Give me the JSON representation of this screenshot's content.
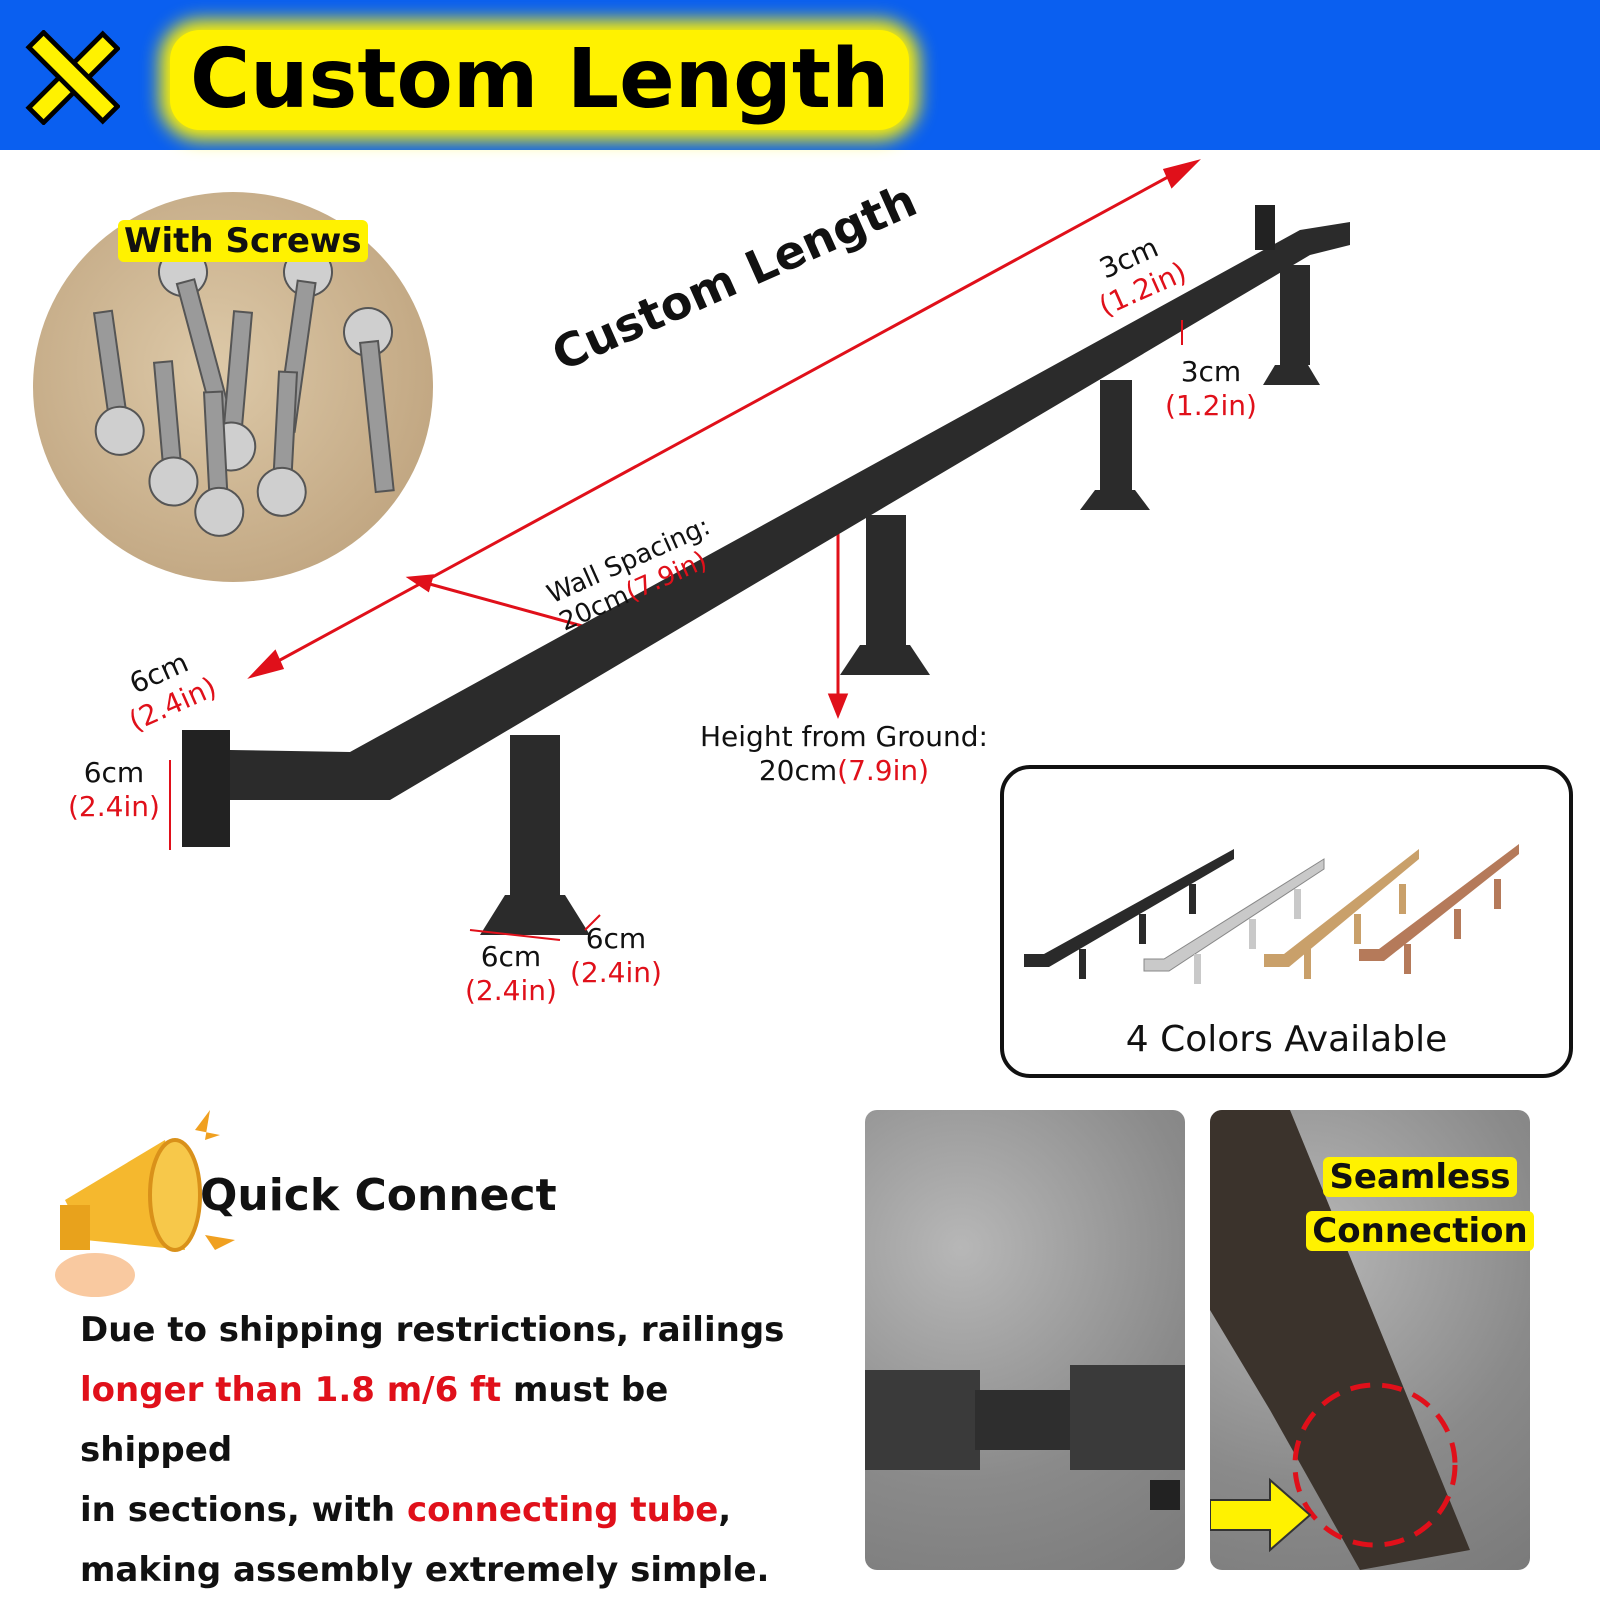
{
  "banner": {
    "title": "Custom Length"
  },
  "screws": {
    "label": "With Screws"
  },
  "diagram": {
    "length_label": "Custom Length",
    "wall_spacing_label": "Wall Spacing:",
    "wall_spacing_cm": "20cm",
    "wall_spacing_in": "(7.9in)",
    "height_label": "Height from Ground:",
    "height_cm": "20cm",
    "height_in": "(7.9in)",
    "end_depth_cm": "3cm",
    "end_depth_in": "(1.2in)",
    "rail_height_cm": "3cm",
    "rail_height_in": "(1.2in)",
    "plate_w_cm": "6cm",
    "plate_w_in": "(2.4in)",
    "plate_h_cm": "6cm",
    "plate_h_in": "(2.4in)",
    "base_w_cm": "6cm",
    "base_w_in": "(2.4in)",
    "base_d_cm": "6cm",
    "base_d_in": "(2.4in)"
  },
  "colors_box": {
    "label": "4 Colors Available",
    "swatches": [
      "#2a2a2a",
      "#c9c9c9",
      "#c9a06a",
      "#b57a5a"
    ]
  },
  "quick_connect": {
    "title": "Quick Connect",
    "line1": "Due to shipping restrictions, railings",
    "line2_red": "longer than 1.8 m/6 ft",
    "line2_rest": " must be shipped",
    "line3_start": "in sections, with ",
    "line3_red": "connecting tube",
    "line3_end": ",",
    "line4": "making assembly extremely simple."
  },
  "seamless": {
    "line1": "Seamless",
    "line2": "Connection"
  }
}
